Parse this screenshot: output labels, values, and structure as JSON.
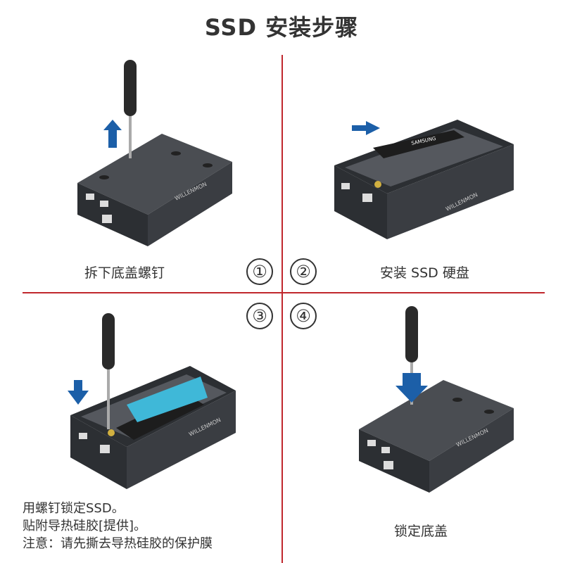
{
  "title": "SSD 安装步骤",
  "steps": [
    {
      "num": "①",
      "caption": "拆下底盖螺钉"
    },
    {
      "num": "②",
      "caption": "安装 SSD 硬盘"
    },
    {
      "num": "③",
      "caption": ""
    },
    {
      "num": "④",
      "caption": "锁定底盖"
    }
  ],
  "step3_notes": [
    "用螺钉锁定SSD。",
    "贴附导热硅胶[提供]。",
    "注意：请先撕去导热硅胶的保护膜"
  ],
  "device_brand": "WILLENMON",
  "colors": {
    "divider": "#c0272d",
    "arrow": "#1c5fa8",
    "pad": "#3fb8d8",
    "enclosure": "#3a3d42"
  }
}
